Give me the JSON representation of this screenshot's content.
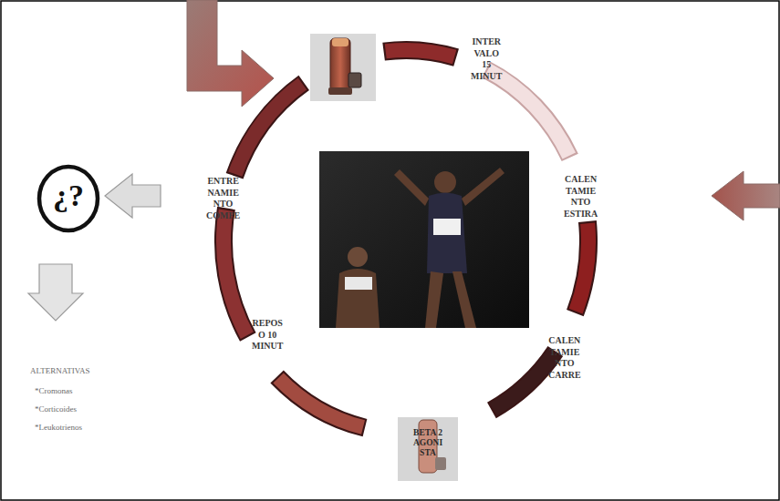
{
  "diagram": {
    "nodes": [
      {
        "text": [
          "¿?"
        ]
      },
      {
        "text": [
          "BETA 2 AGONI STA"
        ]
      }
    ],
    "labels": [
      "INTER VALO 15 MINUT",
      "CALEN TAMIE NTO ESTIRA",
      "CALEN TAMIE NTO CARRE",
      "REPOS O 10 MINUT",
      "ENTRE NAMIE NTO COMPE",
      "ALTERNATIVAS",
      "*Cromonas",
      "*Corticoides",
      "*Leukotrienos"
    ]
  }
}
